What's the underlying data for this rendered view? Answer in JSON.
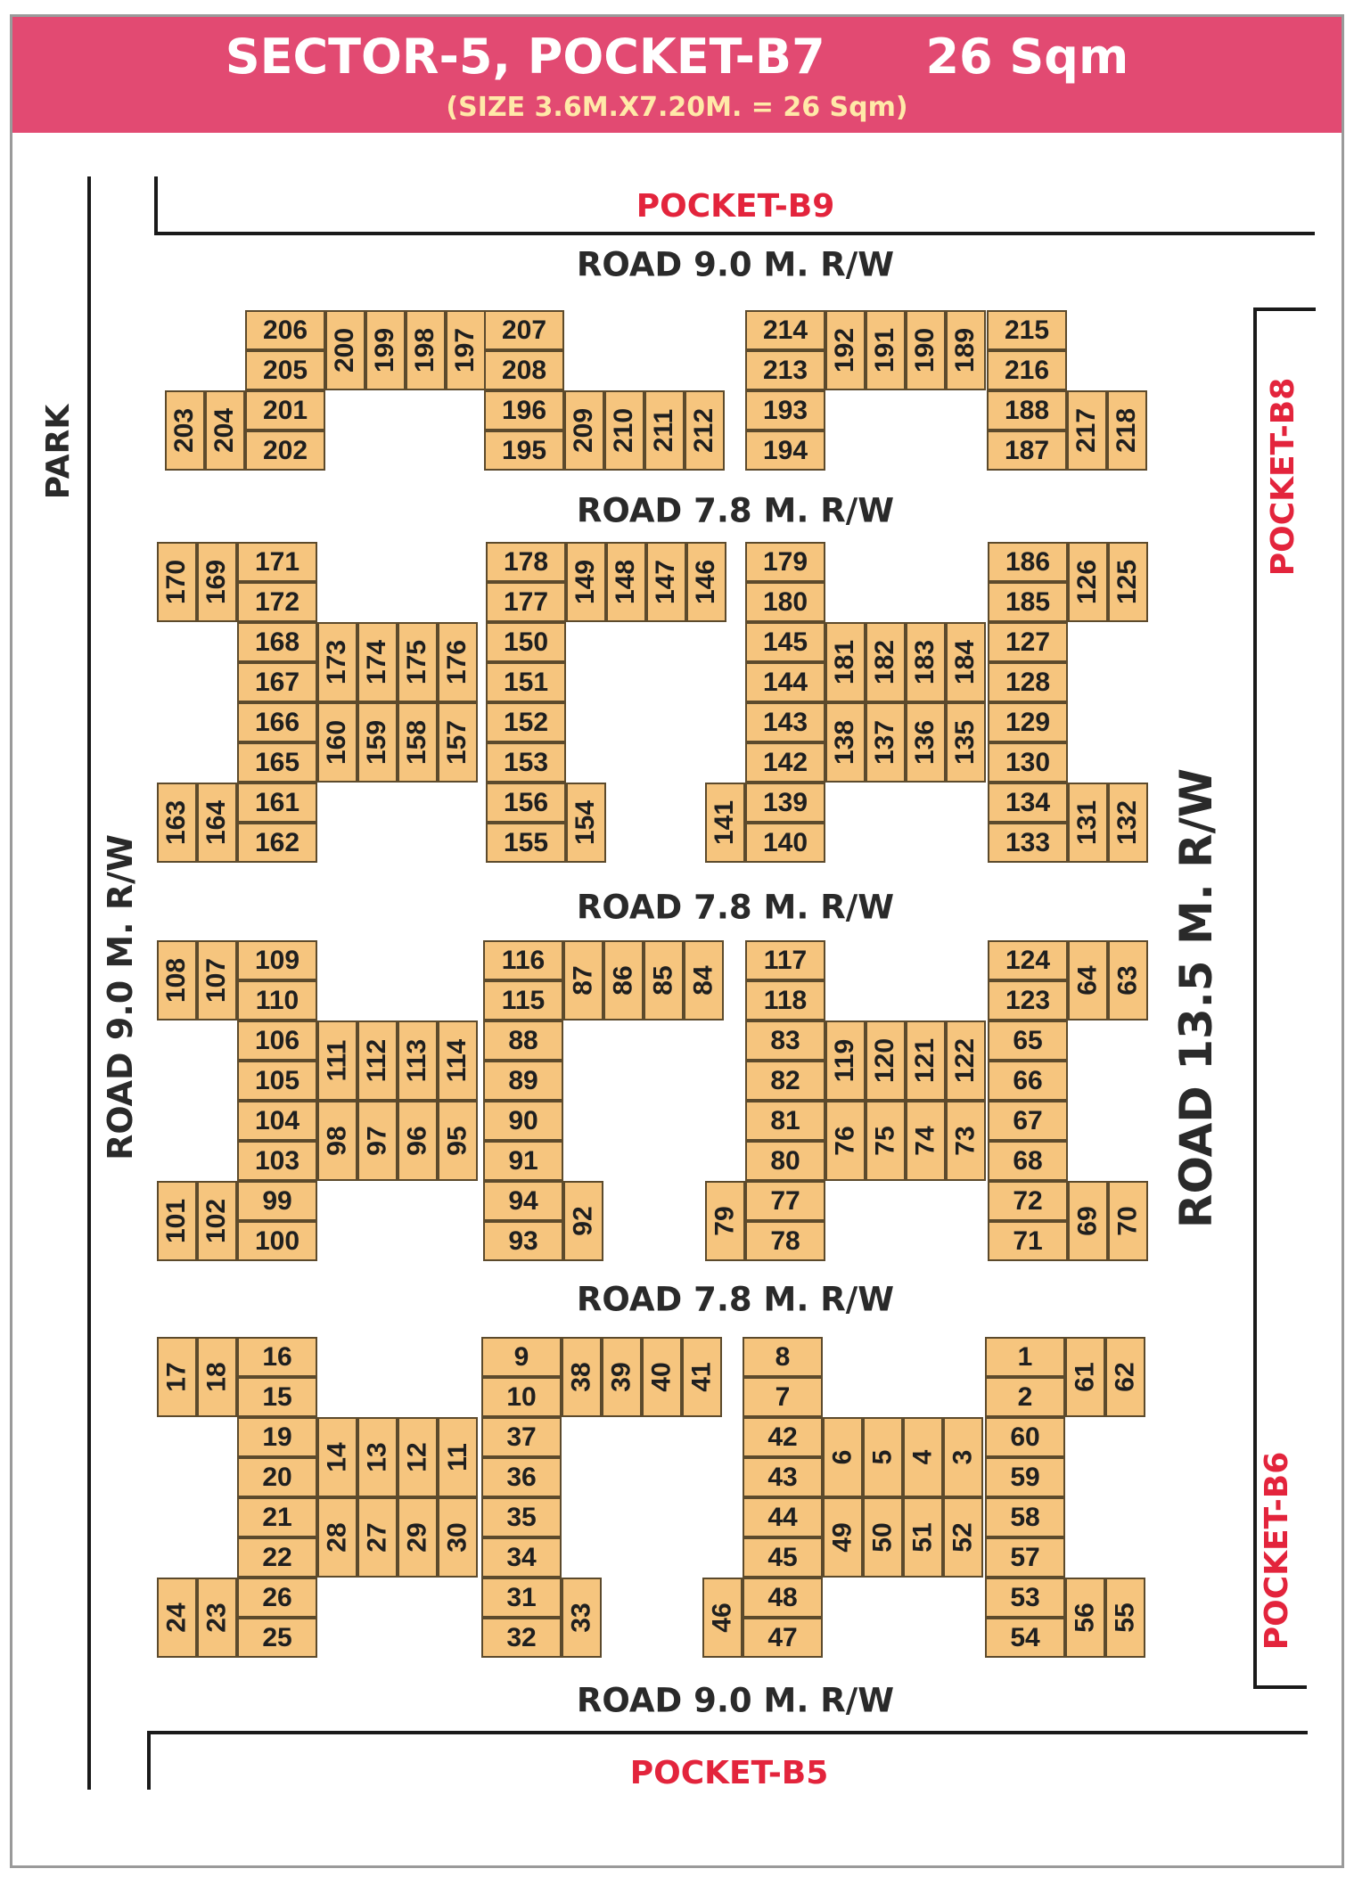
{
  "header": {
    "title": "SECTOR-5, POCKET-B7      26 Sqm",
    "subtitle": "(SIZE 3.6M.X7.20M. = 26 Sqm)"
  },
  "labels": {
    "pocket_b9": "POCKET-B9",
    "pocket_b8": "POCKET-B8",
    "pocket_b6": "POCKET-B6",
    "pocket_b5": "POCKET-B5",
    "park": "PARK",
    "road_top": "ROAD 9.0 M. R/W",
    "road_row1": "ROAD 7.8 M. R/W",
    "road_row2": "ROAD 7.8 M. R/W",
    "road_row3": "ROAD 7.8 M. R/W",
    "road_bottom": "ROAD 9.0 M. R/W",
    "road_left": "ROAD 9.0 M. R/W",
    "road_right": "ROAD 13.5 M. R/W"
  },
  "colors": {
    "banner": "#e24a72",
    "plot_fill": "#f6c57e",
    "pocket_label": "#e3243c"
  },
  "rows": [
    {
      "pairs": [
        [
          "206",
          "205"
        ],
        [
          "207",
          "208"
        ],
        [
          "214",
          "213"
        ],
        [
          "215",
          "216"
        ],
        [
          "201",
          "202"
        ],
        [
          "196",
          "195"
        ],
        [
          "193",
          "194"
        ],
        [
          "188",
          "187"
        ]
      ],
      "singles": [
        "200",
        "199",
        "198",
        "197",
        "192",
        "191",
        "190",
        "189",
        "203",
        "204",
        "209",
        "210",
        "211",
        "212",
        "217",
        "218"
      ]
    },
    {
      "pairs": [
        [
          "171",
          "172"
        ],
        [
          "178",
          "177"
        ],
        [
          "179",
          "180"
        ],
        [
          "186",
          "185"
        ],
        [
          "168",
          "167"
        ],
        [
          "166",
          "165"
        ],
        [
          "161",
          "162"
        ],
        [
          "150",
          "151"
        ],
        [
          "152",
          "153"
        ],
        [
          "156",
          "155"
        ],
        [
          "145",
          "144"
        ],
        [
          "143",
          "142"
        ],
        [
          "139",
          "140"
        ],
        [
          "127",
          "128"
        ],
        [
          "129",
          "130"
        ],
        [
          "134",
          "133"
        ]
      ],
      "singles": [
        "170",
        "169",
        "149",
        "148",
        "147",
        "146",
        "126",
        "125",
        "173",
        "174",
        "175",
        "176",
        "181",
        "182",
        "183",
        "184",
        "160",
        "159",
        "158",
        "157",
        "138",
        "137",
        "136",
        "135",
        "163",
        "164",
        "154",
        "141",
        "131",
        "132"
      ]
    },
    {
      "pairs": [
        [
          "109",
          "110"
        ],
        [
          "116",
          "115"
        ],
        [
          "117",
          "118"
        ],
        [
          "124",
          "123"
        ],
        [
          "106",
          "105"
        ],
        [
          "104",
          "103"
        ],
        [
          "99",
          "100"
        ],
        [
          "88",
          "89"
        ],
        [
          "90",
          "91"
        ],
        [
          "94",
          "93"
        ],
        [
          "83",
          "82"
        ],
        [
          "81",
          "80"
        ],
        [
          "77",
          "78"
        ],
        [
          "65",
          "66"
        ],
        [
          "67",
          "68"
        ],
        [
          "72",
          "71"
        ]
      ],
      "singles": [
        "108",
        "107",
        "87",
        "86",
        "85",
        "84",
        "64",
        "63",
        "111",
        "112",
        "113",
        "114",
        "119",
        "120",
        "121",
        "122",
        "98",
        "97",
        "96",
        "95",
        "76",
        "75",
        "74",
        "73",
        "101",
        "102",
        "92",
        "79",
        "69",
        "70"
      ]
    },
    {
      "pairs": [
        [
          "16",
          "15"
        ],
        [
          "9",
          "10"
        ],
        [
          "8",
          "7"
        ],
        [
          "1",
          "2"
        ],
        [
          "19",
          "20"
        ],
        [
          "21",
          "22"
        ],
        [
          "26",
          "25"
        ],
        [
          "37",
          "36"
        ],
        [
          "35",
          "34"
        ],
        [
          "31",
          "32"
        ],
        [
          "42",
          "43"
        ],
        [
          "44",
          "45"
        ],
        [
          "48",
          "47"
        ],
        [
          "60",
          "59"
        ],
        [
          "58",
          "57"
        ],
        [
          "53",
          "54"
        ]
      ],
      "singles": [
        "17",
        "18",
        "38",
        "39",
        "40",
        "41",
        "61",
        "62",
        "14",
        "13",
        "12",
        "11",
        "6",
        "5",
        "4",
        "3",
        "28",
        "27",
        "29",
        "30",
        "49",
        "50",
        "51",
        "52",
        "24",
        "23",
        "33",
        "46",
        "56",
        "55"
      ]
    }
  ]
}
